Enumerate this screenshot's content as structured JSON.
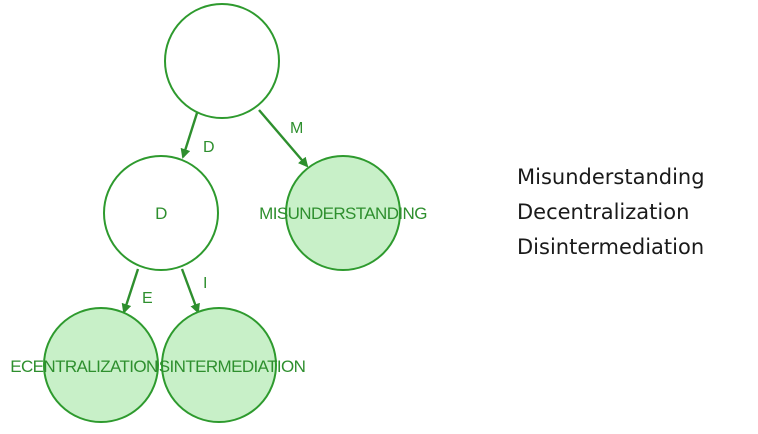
{
  "tree": {
    "nodes": {
      "root": {
        "label": ""
      },
      "d": {
        "label": "D"
      },
      "misunderstanding": {
        "label": "MISUNDERSTANDING"
      },
      "ecentralization": {
        "label": "ECENTRALIZATION"
      },
      "intermediation": {
        "label": "ISINTERMEDIATION"
      }
    },
    "edges": {
      "root_d": {
        "label": "D"
      },
      "root_m": {
        "label": "M"
      },
      "d_e": {
        "label": "E"
      },
      "d_i": {
        "label": "I"
      }
    },
    "colors": {
      "stroke": "#2e9a2e",
      "leaf_fill": "#c8f0c8",
      "text": "#2e8f2e"
    }
  },
  "word_list": [
    "Misunderstanding",
    "Decentralization",
    "Disintermediation"
  ]
}
